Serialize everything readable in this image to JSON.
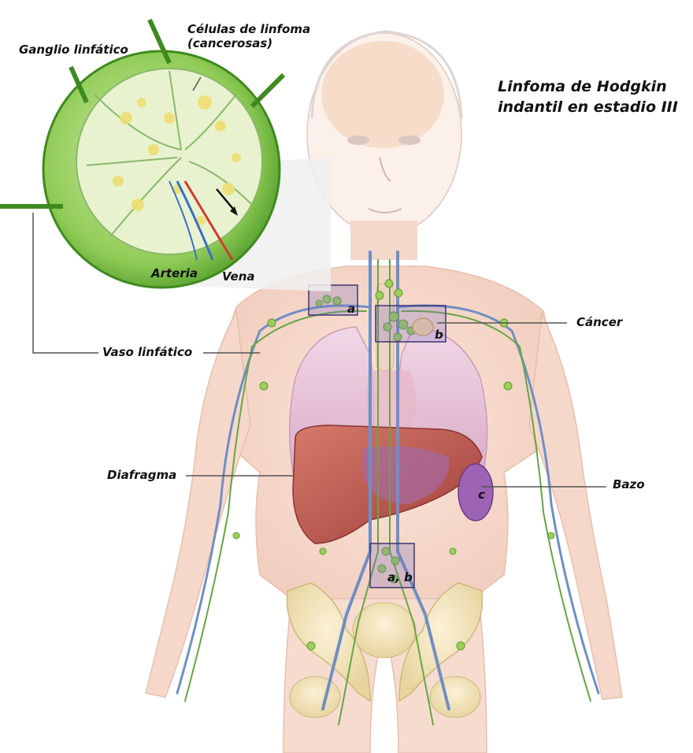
{
  "title": {
    "line1": "Linfoma de Hodgkin",
    "line2": "indantil en estadio III"
  },
  "labels": {
    "lymph_node": "Ganglio linfático",
    "lymphoma_cells_line1": "Células de linfoma",
    "lymphoma_cells_line2": "(cancerosas)",
    "artery": "Arteria",
    "vein": "Vena",
    "lymph_vessel": "Vaso linfático",
    "cancer": "Cáncer",
    "diaphragm": "Diafragma",
    "spleen": "Bazo"
  },
  "markers": {
    "a": "a",
    "b": "b",
    "c": "c",
    "ab": "a, b"
  },
  "colors": {
    "node_green": "#7cc04a",
    "lung_pink": "#e9c9de",
    "liver_red": "#b5504d",
    "skin": "#f6ddd0",
    "vessel_blue": "#6f8fc4",
    "highlight_box": "#7a6fc0"
  }
}
